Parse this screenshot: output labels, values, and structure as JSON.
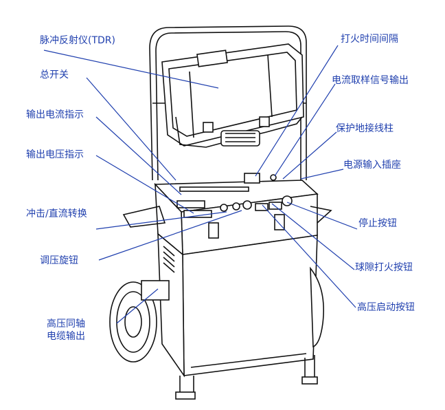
{
  "diagram": {
    "colors": {
      "label": "#1f3fae",
      "leader": "#1f3fae",
      "outline": "#111111",
      "fill": "#ffffff"
    },
    "labels": {
      "tdr": "脉冲反射仪(TDR)",
      "main_switch": "总开关",
      "output_current_indicator": "输出电流指示",
      "output_voltage_indicator": "输出电压指示",
      "impulse_dc_switch": "冲击/直流转换",
      "voltage_knob": "调压旋钮",
      "hv_coax_output": "高压同轴\n电缆输出",
      "fire_interval": "打火时间间隔",
      "current_sample_output": "电流取样信号输出",
      "ground_terminal": "保护地接线柱",
      "power_socket": "电源输入插座",
      "stop_button": "停止按钮",
      "gap_fire_button": "球隙打火按钮",
      "hv_start_button": "高压启动按钮"
    }
  }
}
